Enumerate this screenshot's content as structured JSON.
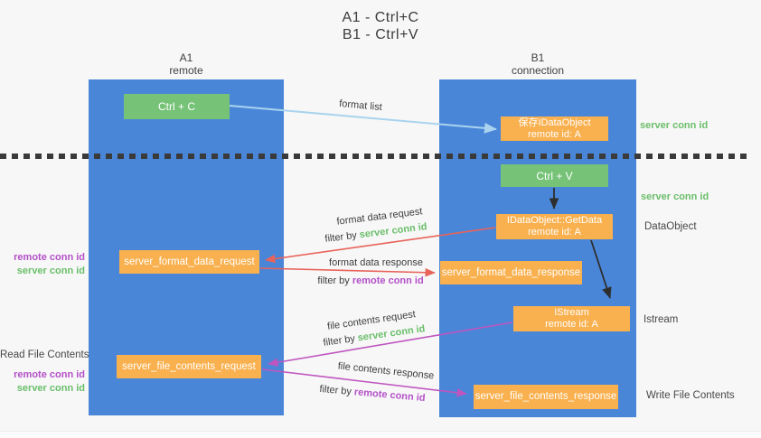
{
  "title": {
    "line1": "A1 - Ctrl+C",
    "line2": "B1 - Ctrl+V"
  },
  "columns": {
    "a": {
      "name": "A1",
      "role": "remote"
    },
    "b": {
      "name": "B1",
      "role": "connection"
    }
  },
  "nodes": {
    "ctrl_c": "Ctrl + C",
    "ctrl_v": "Ctrl + V",
    "save_dataobject": {
      "line1": "保存IDataObject",
      "line2": "remote id: A"
    },
    "getdata": {
      "line1": "IDataObject::GetData",
      "line2": "remote id: A"
    },
    "format_request": "server_format_data_request",
    "format_response": "server_format_data_response",
    "istream": {
      "line1": "IStream",
      "line2": "remote id: A"
    },
    "file_request": "server_file_contents_request",
    "file_response": "server_file_contents_response"
  },
  "side_labels": {
    "server_conn_top": "server conn id",
    "server_conn_mid": "server conn id",
    "dataobject": "DataObject",
    "istream": "Istream",
    "write_file": "Write File Contents",
    "read_file": "Read File Contents",
    "left_format": {
      "remote": "remote conn id",
      "server": "server conn id"
    },
    "left_file": {
      "remote": "remote conn id",
      "server": "server conn id"
    }
  },
  "arrow_labels": {
    "format_list": "format list",
    "format_data_request": "format data request",
    "format_data_response": "format data response",
    "file_contents_request": "file contents request",
    "file_contents_response": "file contents response",
    "filter_by": "filter by ",
    "server_conn_id": "server conn id",
    "remote_conn_id": "remote conn id"
  },
  "colors": {
    "column_blue": "#4a86d8",
    "box_green": "#76c378",
    "box_orange": "#f9b04e",
    "arrow_lightblue": "#a9d3ee",
    "arrow_red": "#e8635a",
    "arrow_magenta": "#bf55bf",
    "arrow_black": "#2e2e2e",
    "text_green": "#6abe6a",
    "text_purple": "#b450c8",
    "text_dark": "#3c3c3c",
    "bg": "#f7f7f7"
  }
}
